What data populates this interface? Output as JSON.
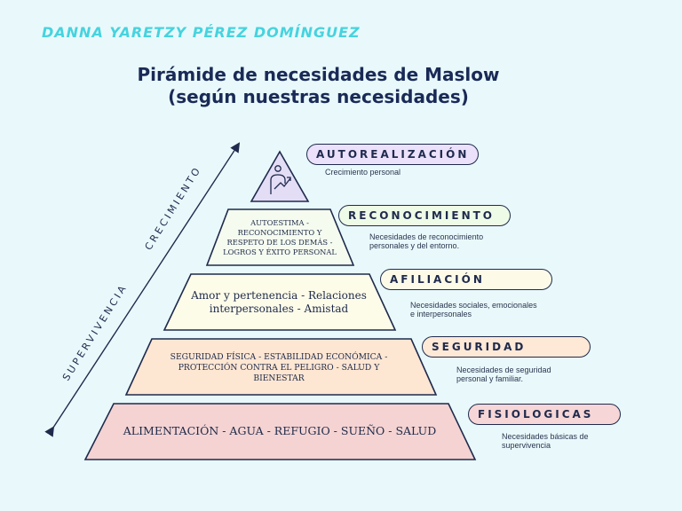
{
  "author": "DANNA YARETZY PÉREZ DOMÍNGUEZ",
  "title_line1": "Pirámide de necesidades de Maslow",
  "title_line2": "(según nuestras necesidades)",
  "axis": {
    "growth_label": "CRECIMIENTO",
    "survival_label": "SUPERVIVENCIA"
  },
  "levels": [
    {
      "name": "AUTOREALIZACIÓN",
      "description": "Crecimiento personal",
      "content": "",
      "icon": "growth-person-icon",
      "pill_color": "#ece1fa",
      "fill_color": "#e4ddf6"
    },
    {
      "name": "RECONOCIMIENTO",
      "description": "Necesidades de reconocimiento personales y del entorno.",
      "content": "AUTOESTIMA - RECONOCIMIENTO Y RESPETO DE LOS DEMÁS - LOGROS Y ÉXITO PERSONAL",
      "pill_color": "#eefbe6",
      "fill_color": "#f5fbef"
    },
    {
      "name": "AFILIACIÓN",
      "description": "Necesidades sociales, emocionales e interpersonales",
      "content": "Amor y pertenencia - Relaciones interpersonales - Amistad",
      "pill_color": "#fdfbe8",
      "fill_color": "#fdfce9"
    },
    {
      "name": "SEGURIDAD",
      "description": "Necesidades de seguridad personal y familiar.",
      "content": "SEGURIDAD FÍSICA - ESTABILIDAD ECONÓMICA - PROTECCIÓN CONTRA EL PELIGRO - SALUD Y BIENESTAR",
      "pill_color": "#fde9d6",
      "fill_color": "#fde6d2"
    },
    {
      "name": "FISIOLOGICAS",
      "description": "Necesidades básicas de supervivencia",
      "content": "ALIMENTACIÓN - AGUA - REFUGIO - SUEÑO - SALUD",
      "pill_color": "#f6d6d6",
      "fill_color": "#f4d3d2"
    }
  ]
}
